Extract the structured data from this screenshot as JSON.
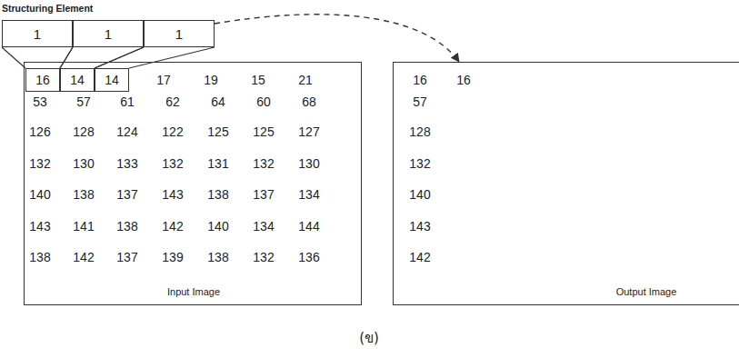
{
  "diagram": {
    "caption": "(ข)",
    "nodes": [
      {
        "text": [
          "Structuring Element"
        ]
      },
      {
        "text": [
          "1"
        ],
        "in": 0
      },
      {
        "text": [
          "1"
        ],
        "in": 0
      },
      {
        "text": [
          "1"
        ],
        "in": 0
      },
      {
        "text": [
          "Input Image"
        ]
      },
      {
        "text": [
          "16"
        ],
        "in": 4
      },
      {
        "text": [
          "14"
        ],
        "in": 4
      },
      {
        "text": [
          "14"
        ],
        "in": 4
      },
      {
        "text": [
          "Output Image"
        ]
      }
    ],
    "edges": [
      {
        "from": 1,
        "to": 5,
        "arrow": "none"
      },
      {
        "from": 2,
        "to": 6,
        "arrow": "none"
      },
      {
        "from": 3,
        "to": 7,
        "arrow": "none"
      },
      {
        "from": 3,
        "to": 8,
        "arrow": "to"
      }
    ],
    "labels": [
      "17",
      "19",
      "15",
      "21",
      "53",
      "57",
      "61",
      "62",
      "64",
      "60",
      "68",
      "126",
      "128",
      "124",
      "122",
      "125",
      "125",
      "127",
      "132",
      "130",
      "133",
      "132",
      "131",
      "132",
      "130",
      "140",
      "138",
      "137",
      "143",
      "138",
      "137",
      "134",
      "143",
      "141",
      "138",
      "142",
      "140",
      "134",
      "144",
      "138",
      "142",
      "137",
      "139",
      "138",
      "132",
      "136",
      "16",
      "16",
      "57",
      "128",
      "132",
      "140",
      "143",
      "142"
    ]
  }
}
